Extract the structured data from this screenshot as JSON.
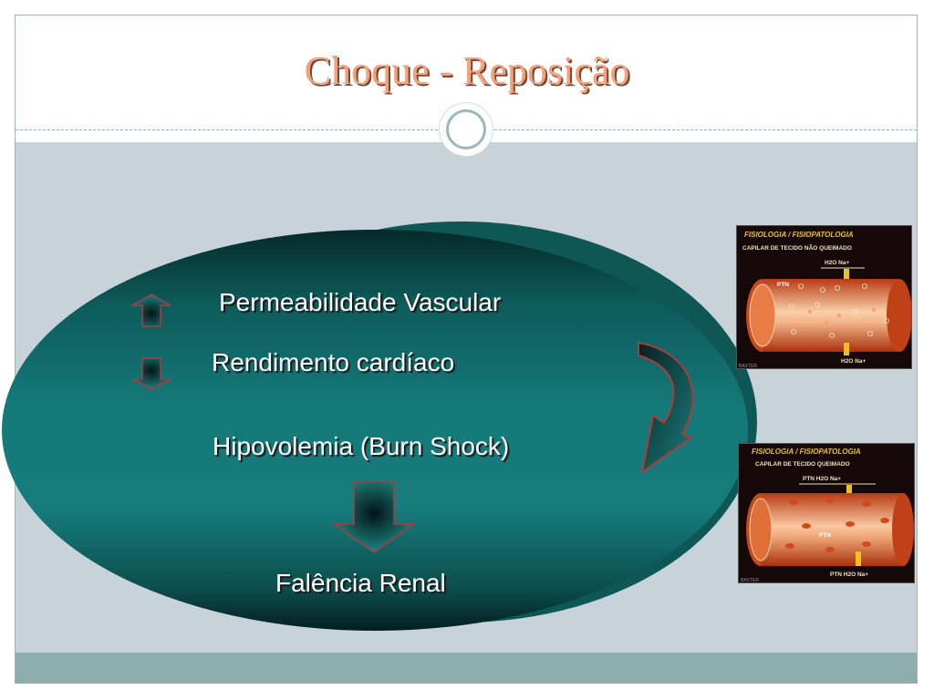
{
  "title": "Choque - Reposição",
  "items": {
    "line1": "Permeabilidade Vascular",
    "line2": "Rendimento cardíaco",
    "line3": "Hipovolemia (Burn Shock)",
    "line4": "Falência Renal"
  },
  "thumbnails": {
    "top": {
      "header": "FISIOLOGIA / FISIOPATOLOGIA",
      "subheader": "CAPILAR DE TECIDO NÃO QUEIMADO",
      "top_label": "H2O  Na+",
      "bottom_label": "H2O  Na+",
      "ptn": "PTN",
      "footer": "BAXTER"
    },
    "bottom": {
      "header": "FISIOLOGIA / FISIOPATOLOGIA",
      "subheader": "CAPILAR DE TECIDO QUEIMADO",
      "top_label": "PTN  H2O  Na+",
      "bottom_label": "PTN  H2O  Na+",
      "ptn": "PTN",
      "footer": "BAXTER"
    }
  },
  "colors": {
    "title": "#f2a27a",
    "ellipse": "#157a7a",
    "content_bg": "#c8d3d9",
    "footer_bar": "#8eaeae"
  }
}
